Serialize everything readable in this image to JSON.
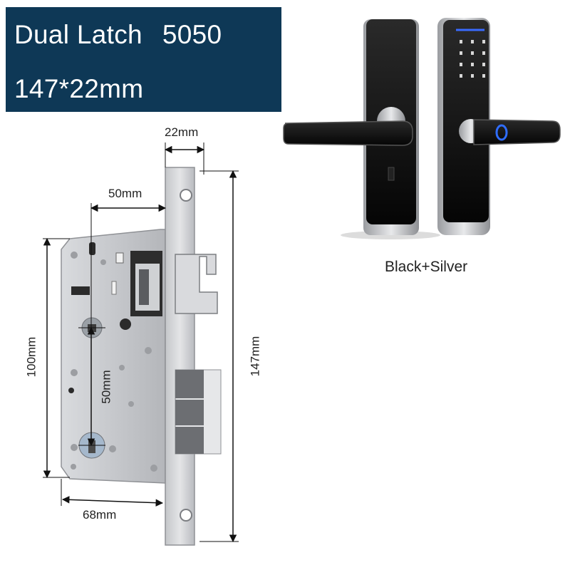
{
  "header": {
    "product_name": "Dual Latch",
    "model": "5050",
    "size": "147*22mm"
  },
  "dimensions": {
    "faceplate_width": "22mm",
    "backset": "50mm",
    "body_height": "100mm",
    "center_distance": "50mm",
    "faceplate_height": "147mm",
    "body_width": "68mm"
  },
  "product": {
    "color_caption": "Black+Silver"
  },
  "colors": {
    "header_bg": "#0e3856",
    "lock_black": "#111111",
    "metal_silver": "#c9cbce"
  }
}
